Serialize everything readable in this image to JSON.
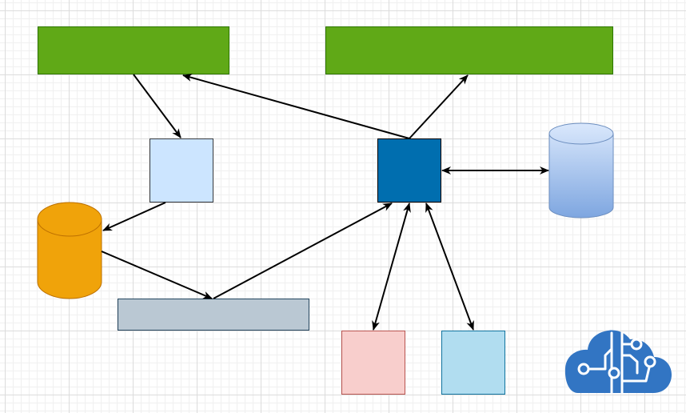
{
  "diagram": {
    "nodes": [
      {
        "id": "green-bar-left",
        "shape": "rect",
        "fill": "#60a917",
        "stroke": "#2d7600"
      },
      {
        "id": "green-bar-right",
        "shape": "rect",
        "fill": "#60a917",
        "stroke": "#2d7600"
      },
      {
        "id": "light-blue-square",
        "shape": "rect",
        "fill": "#cce5ff",
        "stroke": "#36393d"
      },
      {
        "id": "dark-blue-square",
        "shape": "rect",
        "fill": "#006eaf",
        "stroke": "#000000"
      },
      {
        "id": "blue-database",
        "shape": "cylinder",
        "fill_top": "#dae8fc",
        "fill_bottom": "#7ea6e0",
        "stroke": "#6c8ebf"
      },
      {
        "id": "orange-database",
        "shape": "cylinder",
        "fill": "#f0a30a",
        "stroke": "#bd7000"
      },
      {
        "id": "gray-bar",
        "shape": "rect",
        "fill": "#bac8d3",
        "stroke": "#23445d"
      },
      {
        "id": "pink-square",
        "shape": "rect",
        "fill": "#f8cecc",
        "stroke": "#b85450"
      },
      {
        "id": "cyan-square",
        "shape": "rect",
        "fill": "#b1ddf0",
        "stroke": "#10739e"
      },
      {
        "id": "brain-cloud",
        "shape": "icon",
        "icon": "cloud-circuit-icon",
        "fill": "#3275c3"
      }
    ],
    "edges": [
      {
        "from": "green-bar-left",
        "to": "light-blue-square",
        "direction": "forward"
      },
      {
        "from": "dark-blue-square",
        "to": "green-bar-left",
        "direction": "forward"
      },
      {
        "from": "dark-blue-square",
        "to": "green-bar-right",
        "direction": "forward"
      },
      {
        "from": "dark-blue-square",
        "to": "blue-database",
        "direction": "both"
      },
      {
        "from": "light-blue-square",
        "to": "orange-database",
        "direction": "forward"
      },
      {
        "from": "orange-database",
        "to": "gray-bar",
        "direction": "forward"
      },
      {
        "from": "gray-bar",
        "to": "dark-blue-square",
        "direction": "forward"
      },
      {
        "from": "dark-blue-square",
        "to": "pink-square",
        "direction": "both"
      },
      {
        "from": "dark-blue-square",
        "to": "cyan-square",
        "direction": "both"
      }
    ]
  }
}
